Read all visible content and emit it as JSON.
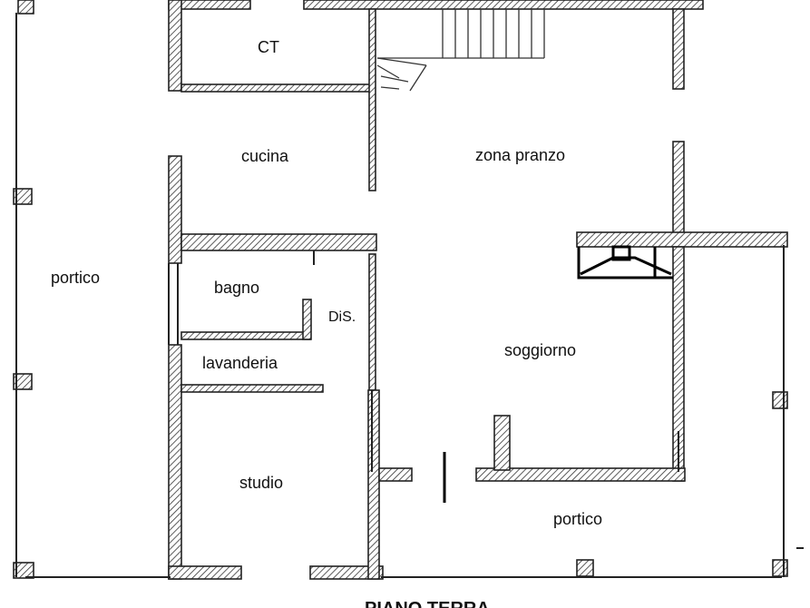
{
  "rooms": {
    "ct": "CT",
    "cucina": "cucina",
    "zona_pranzo": "zona pranzo",
    "portico_left": "portico",
    "bagno": "bagno",
    "dis": "DiS.",
    "lavanderia": "lavanderia",
    "soggiorno": "soggiorno",
    "studio": "studio",
    "portico_bottom": "portico"
  },
  "title": "PIANO TERRA"
}
